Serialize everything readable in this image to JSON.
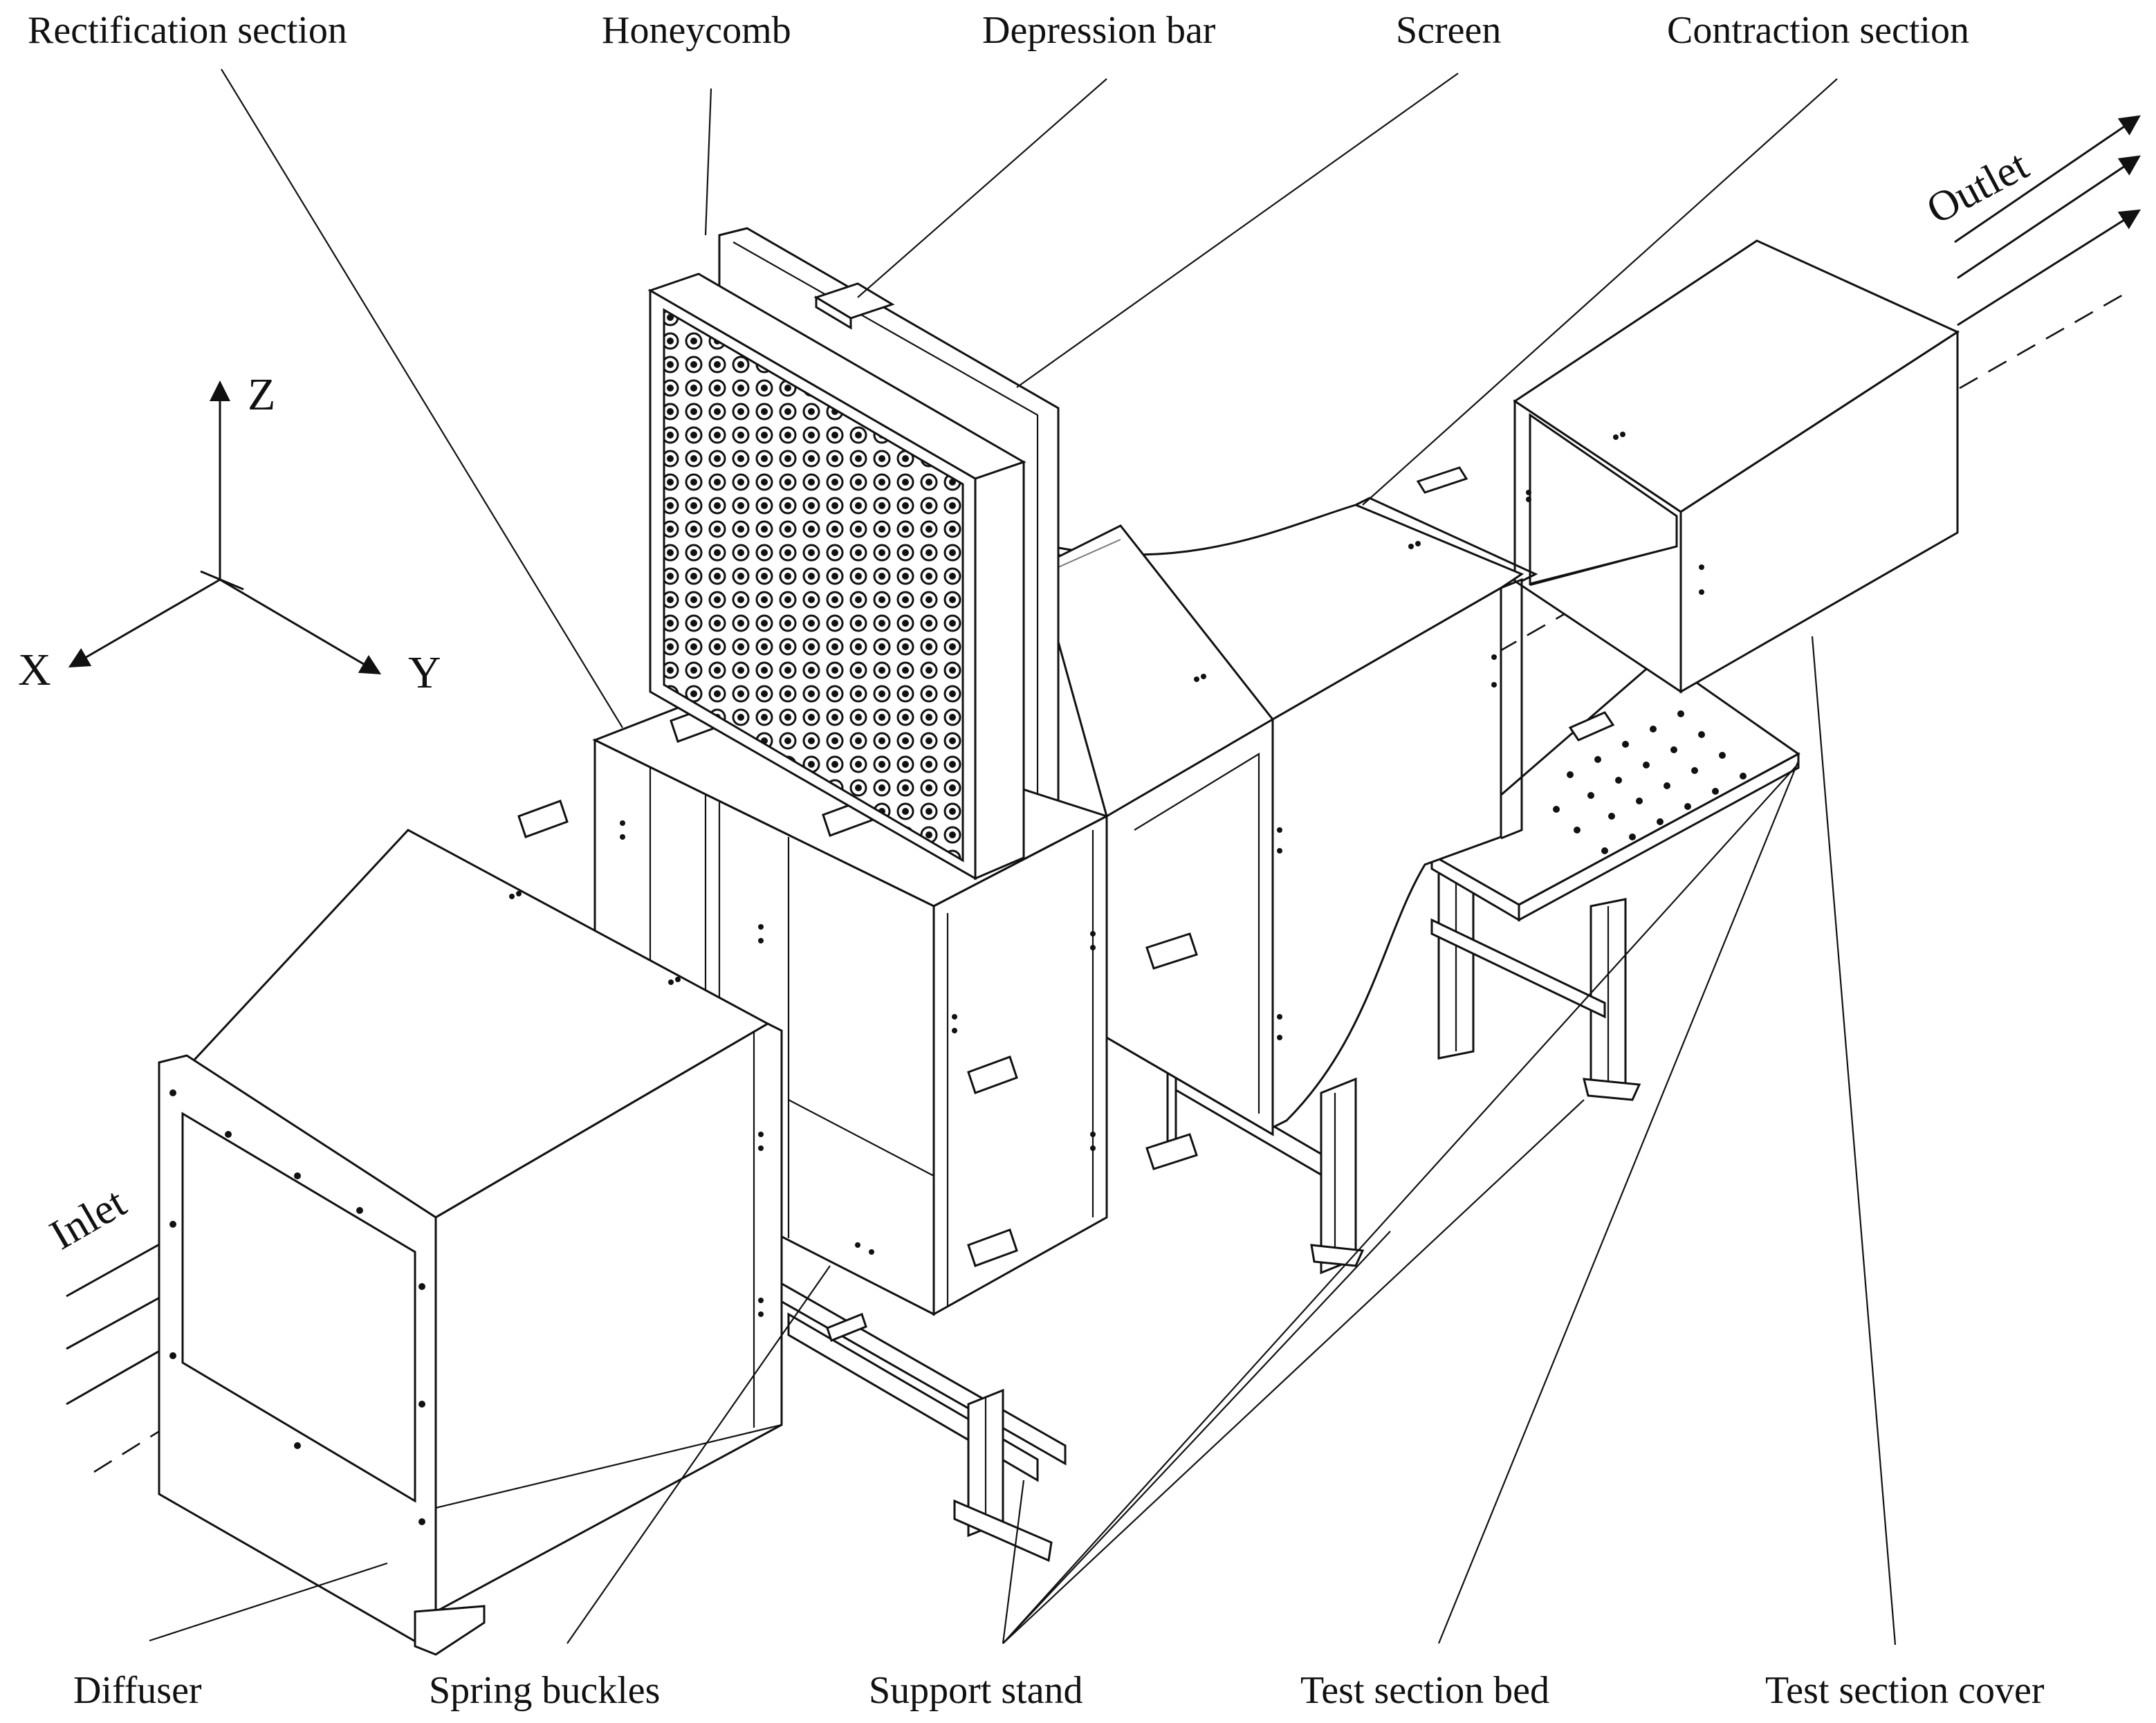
{
  "figure": {
    "labels": {
      "rectification_section": "Rectification section",
      "honeycomb": "Honeycomb",
      "depression_bar": "Depression bar",
      "screen": "Screen",
      "contraction_section": "Contraction section",
      "outlet": "Outlet",
      "inlet": "Inlet",
      "diffuser": "Diffuser",
      "spring_buckles": "Spring buckles",
      "support_stand": "Support stand",
      "test_section_bed": "Test section bed",
      "test_section_cover": "Test section cover"
    },
    "axes": {
      "z": "Z",
      "x": "X",
      "y": "Y"
    }
  }
}
